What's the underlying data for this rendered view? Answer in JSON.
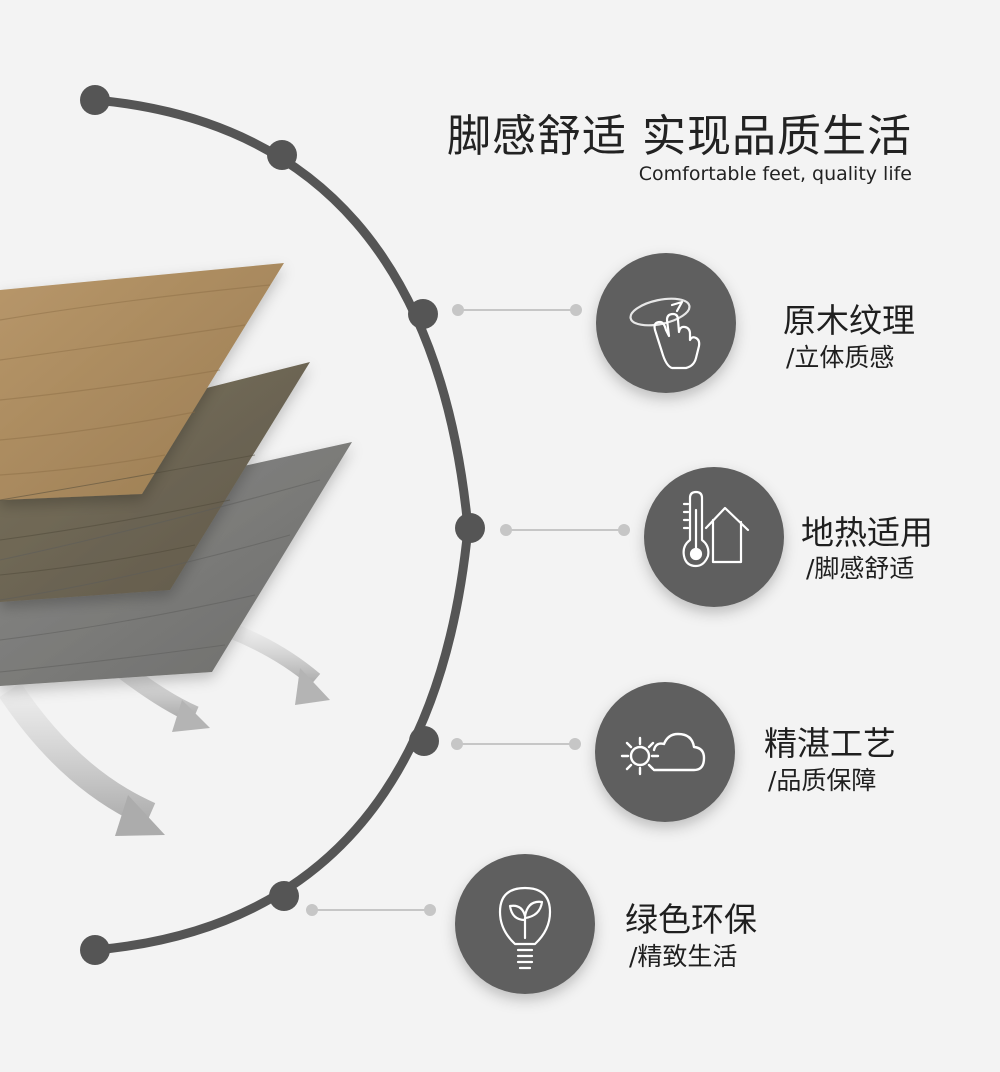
{
  "header": {
    "title": "脚感舒适 实现品质生活",
    "subtitle": "Comfortable feet, quality life"
  },
  "features": [
    {
      "title": "原木纹理",
      "subtitle": "/立体质感",
      "icon": "touch-gesture-icon"
    },
    {
      "title": "地热适用",
      "subtitle": "/脚感舒适",
      "icon": "thermometer-house-icon"
    },
    {
      "title": "精湛工艺",
      "subtitle": "/品质保障",
      "icon": "gear-cloud-icon"
    },
    {
      "title": "绿色环保",
      "subtitle": "/精致生活",
      "icon": "eco-bulb-icon"
    }
  ],
  "colors": {
    "arc": "#555555",
    "badge": "#5f5f5f",
    "connector": "#bdbdbd",
    "plank_light": "#a98a5e",
    "plank_mid": "#6f6753",
    "plank_grey": "#7a7a78"
  }
}
